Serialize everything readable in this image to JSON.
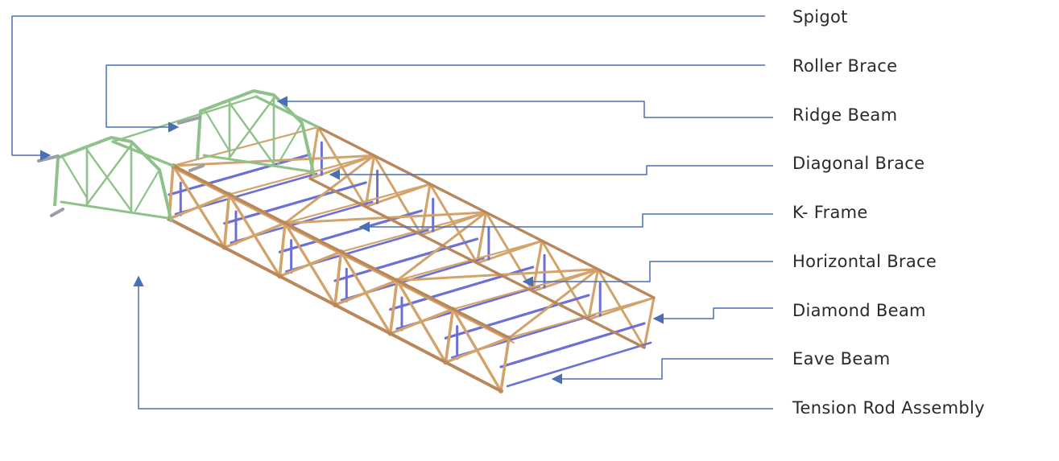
{
  "diagram": {
    "labels": [
      {
        "key": "spigot",
        "text": "Spigot"
      },
      {
        "key": "roller-brace",
        "text": "Roller Brace"
      },
      {
        "key": "ridge-beam",
        "text": "Ridge Beam"
      },
      {
        "key": "diagonal-brace",
        "text": "Diagonal Brace"
      },
      {
        "key": "k-frame",
        "text": "K- Frame"
      },
      {
        "key": "horizontal-brace",
        "text": "Horizontal Brace"
      },
      {
        "key": "diamond-beam",
        "text": "Diamond Beam"
      },
      {
        "key": "eave-beam",
        "text": "Eave Beam"
      },
      {
        "key": "tension-rod-assembly",
        "text": "Tension Rod Assembly"
      }
    ],
    "colors": {
      "leader": "#4a6fb5",
      "ridge_frame": "#8fc28a",
      "truss": "#d2a36b",
      "truss_dark": "#b9875a",
      "brace": "#6b6fd6",
      "joint": "#e8c9c0"
    }
  }
}
